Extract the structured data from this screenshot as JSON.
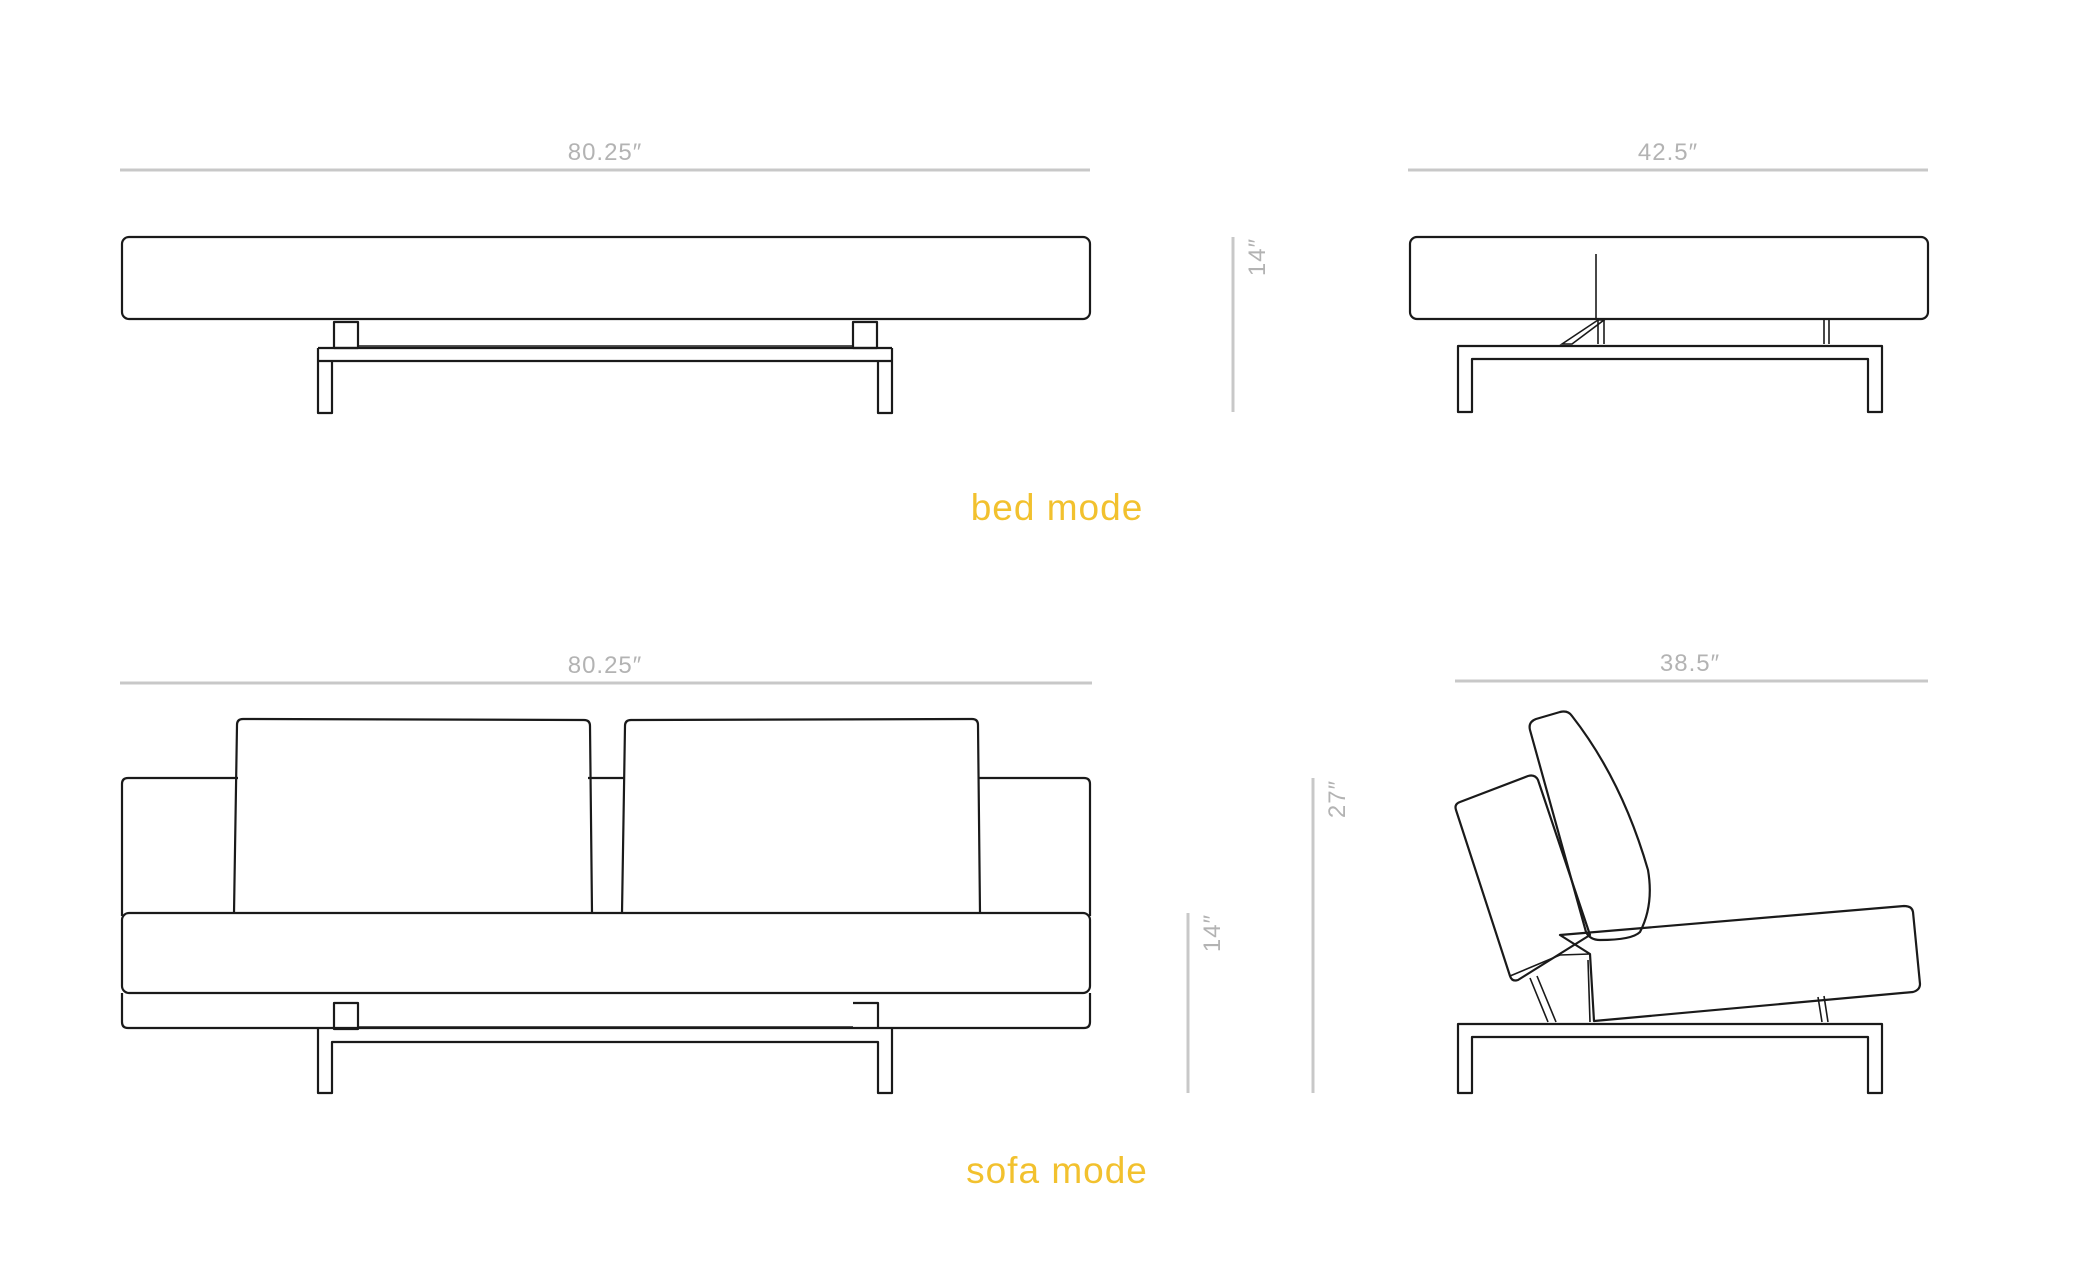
{
  "colors": {
    "dimension": "#c8c8c8",
    "dimension_text": "#b3b3b3",
    "accent": "#f2c12e",
    "outline": "#1a1a1a",
    "background": "#ffffff"
  },
  "bed_mode": {
    "label": "bed mode",
    "front_view": {
      "width_label": "80.25″"
    },
    "height_label": "14″",
    "side_view": {
      "depth_label": "42.5″"
    }
  },
  "sofa_mode": {
    "label": "sofa mode",
    "front_view": {
      "width_label": "80.25″"
    },
    "seat_height_label": "14″",
    "total_height_label": "27″",
    "side_view": {
      "depth_label": "38.5″"
    }
  }
}
